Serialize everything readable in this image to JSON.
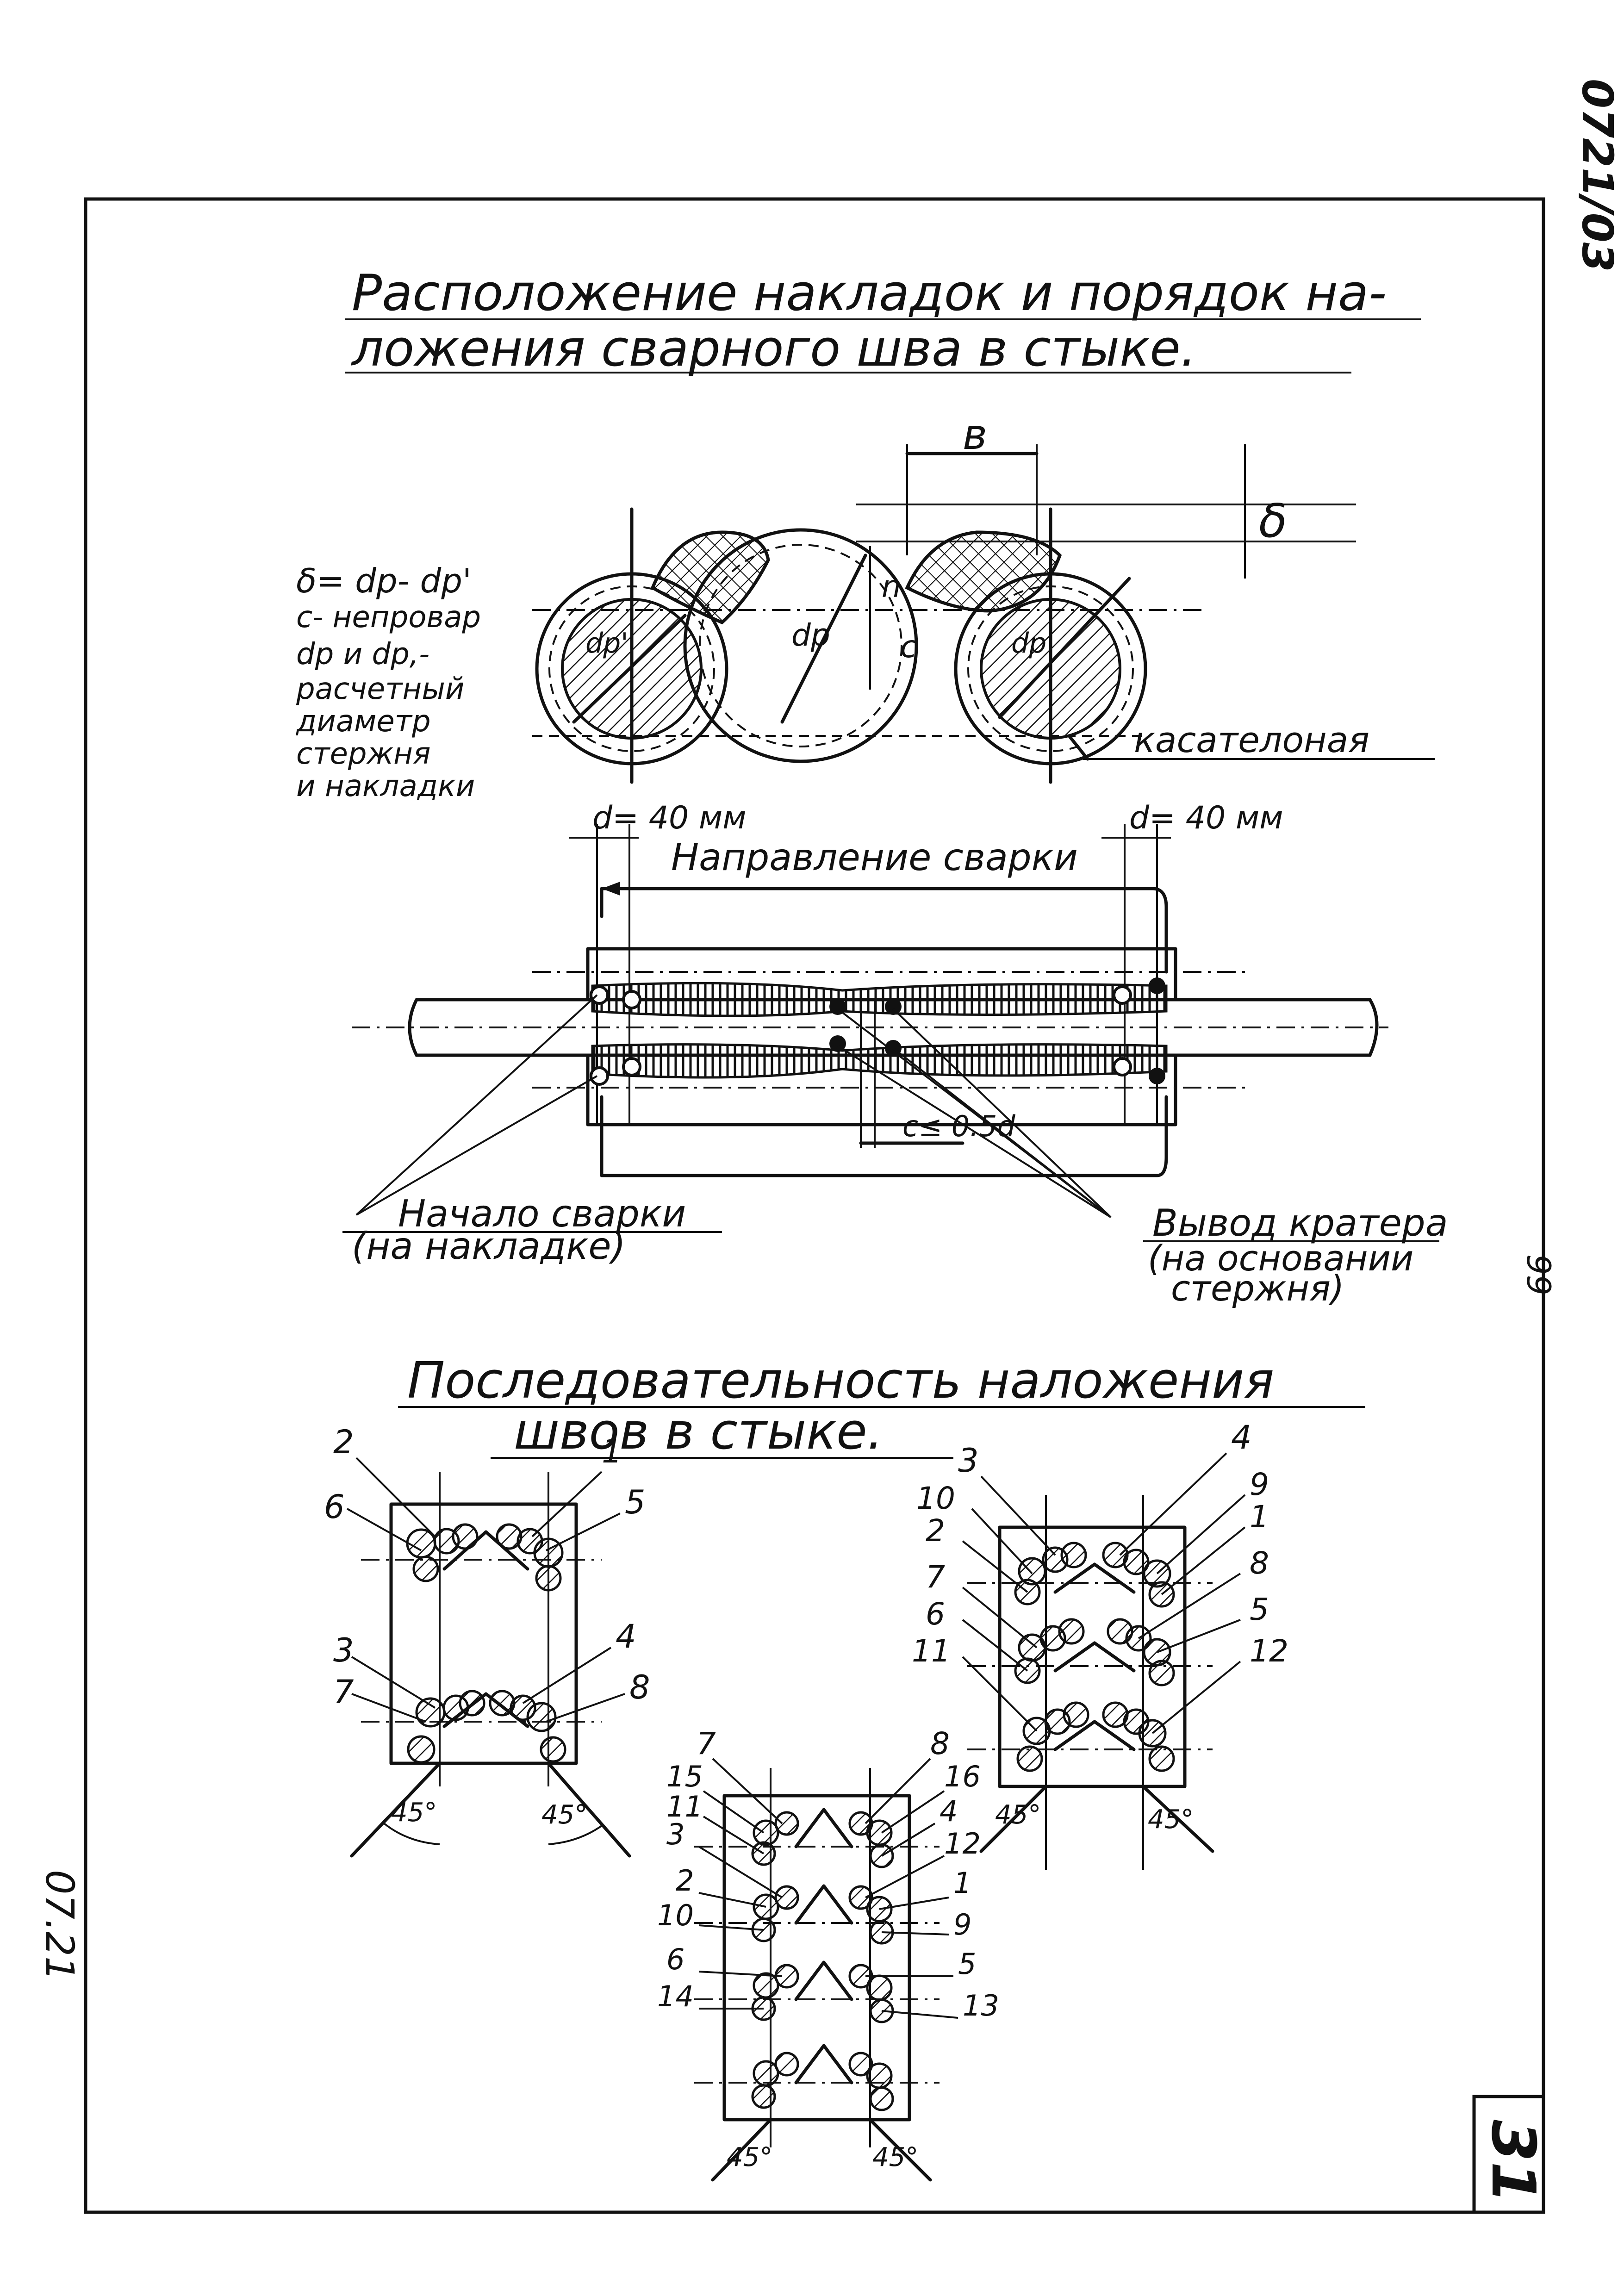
{
  "doc_code": "0721/03",
  "doc_code_bottom": "07.21",
  "sheet_number": "31",
  "page_side_number": "99",
  "section1": {
    "title_line1": "Расположение накладок и порядок на-",
    "title_line2": "ложения сварного шва в стыке."
  },
  "cross_section": {
    "dim_b": "в",
    "dim_delta": "δ",
    "notes": [
      "δ= dp- dp'",
      "c- непровар",
      "dp и dp,-",
      "расчетный",
      "диаметр",
      "стержня",
      "и накладки"
    ],
    "label_dp_left": "dp'",
    "label_dp_center": "dp",
    "label_dp_right": "dp'",
    "label_n": "n",
    "label_c": "c",
    "tangent_label": "касателоная"
  },
  "lap_view": {
    "dim_left": "d= 40 мм",
    "dim_right": "d= 40 мм",
    "direction_label": "Направление сварки",
    "gap_label": "c≤ 0.5d",
    "start_label_line1": "Начало сварки",
    "start_label_line2": "(на накладке)",
    "crater_label_line1": "Вывод кратера",
    "crater_label_line2": "(на основании",
    "crater_label_line3": "стержня)"
  },
  "section2": {
    "title_line1": "Последовательность наложения",
    "title_line2": "швов в стыке."
  },
  "sequence_diagrams": {
    "two_pairs": [
      "2",
      "1",
      "6",
      "5",
      "3",
      "4",
      "7",
      "8"
    ],
    "three_pairs": [
      "3",
      "4",
      "10",
      "9",
      "2",
      "1",
      "7",
      "8",
      "6",
      "5",
      "11",
      "12"
    ],
    "four_pairs": [
      "7",
      "8",
      "15",
      "16",
      "11",
      "4",
      "3",
      "12",
      "2",
      "1",
      "10",
      "9",
      "6",
      "5",
      "14",
      "13"
    ],
    "angle_label": "45°"
  }
}
